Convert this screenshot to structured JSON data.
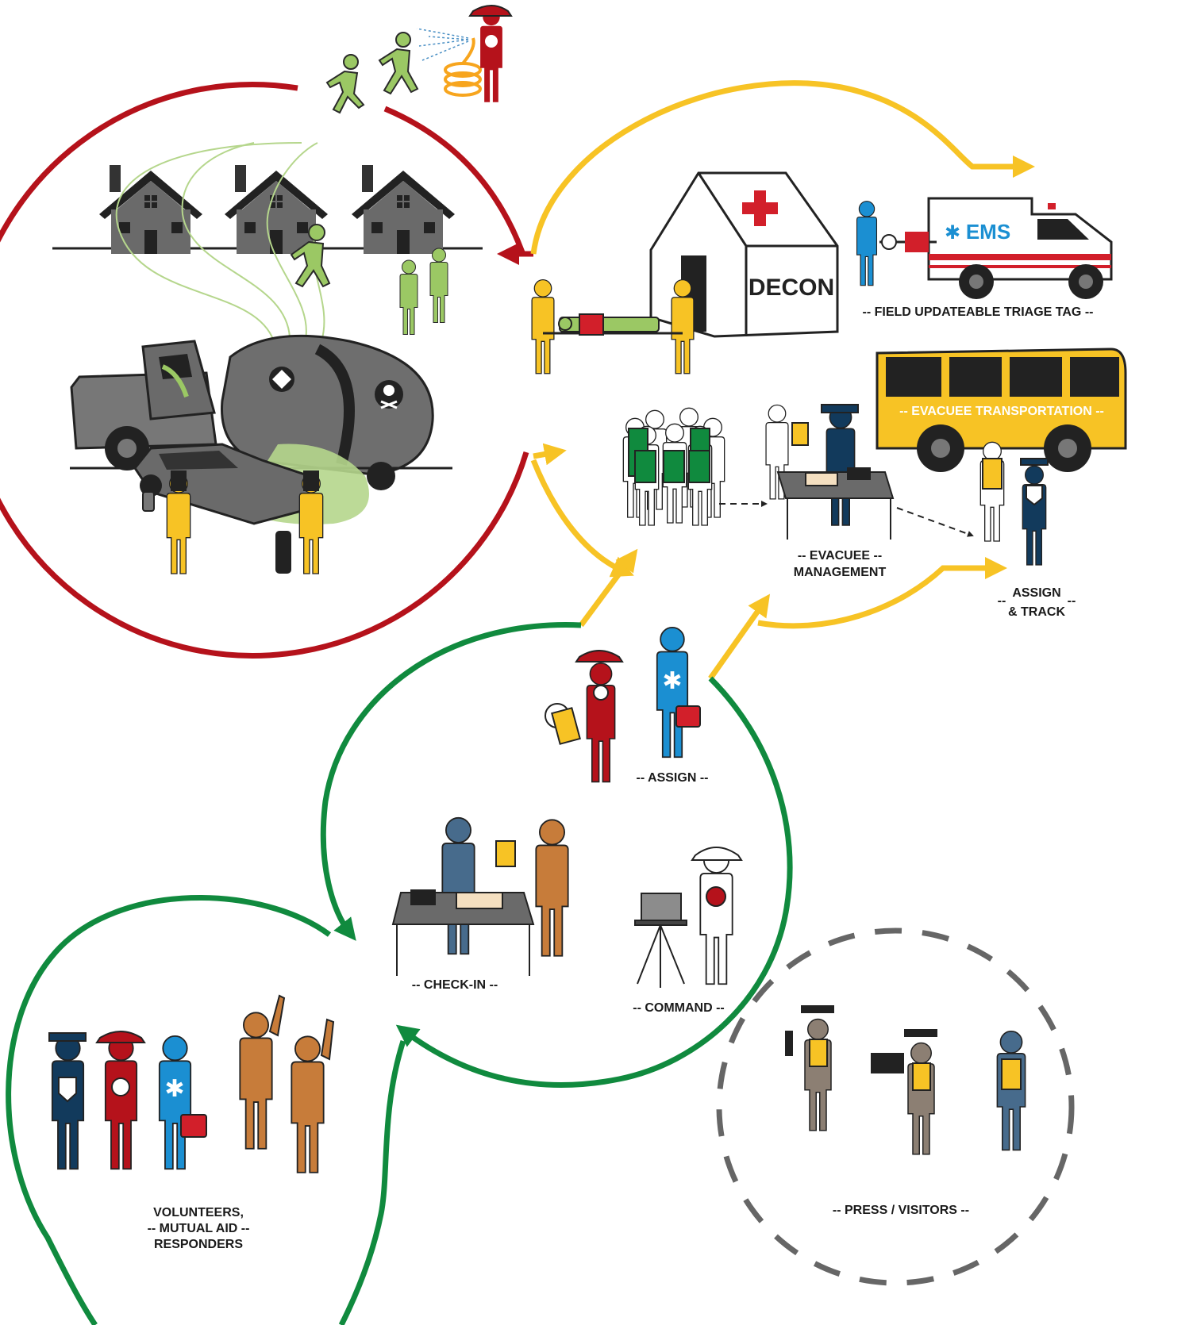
{
  "labels": {
    "decon": "DECON",
    "ems": "EMS",
    "field_triage_tag": "-- FIELD UPDATEABLE TRIAGE TAG --",
    "evacuee_transportation": "-- EVACUEE TRANSPORTATION --",
    "evacuee_management_line1": "-- EVACUEE --",
    "evacuee_management_line2": "MANAGEMENT",
    "assign_track_line1": "ASSIGN",
    "assign_track_line2": "& TRACK",
    "assign_track_dashes_left": "--",
    "assign_track_dashes_right": "--",
    "assign": "-- ASSIGN --",
    "check_in": "-- CHECK-IN --",
    "command": "-- COMMAND --",
    "volunteers_line1": "VOLUNTEERS,",
    "volunteers_line2": "-- MUTUAL AID --",
    "volunteers_line3": "RESPONDERS",
    "press_visitors": "-- PRESS / VISITORS --"
  },
  "colors": {
    "hot_zone": "#b5121b",
    "transport": "#f7c325",
    "staging": "#108a3e",
    "press": "#666666",
    "fire": "#b5121b",
    "ems": "#1b8fd2",
    "police": "#123a5c",
    "volunteer": "#c77c3a",
    "victim": "#9bc864",
    "hazmat": "#f7c325",
    "press_person": "#8c7f73",
    "visitor": "#476b8c"
  },
  "icons": [
    "red-cross-icon",
    "star-of-life-icon",
    "skull-icon",
    "hazard-diamond-icon",
    "lightning-tag-icon",
    "shield-badge-icon",
    "maltese-cross-icon",
    "first-aid-kit-icon",
    "stopwatch-icon"
  ]
}
